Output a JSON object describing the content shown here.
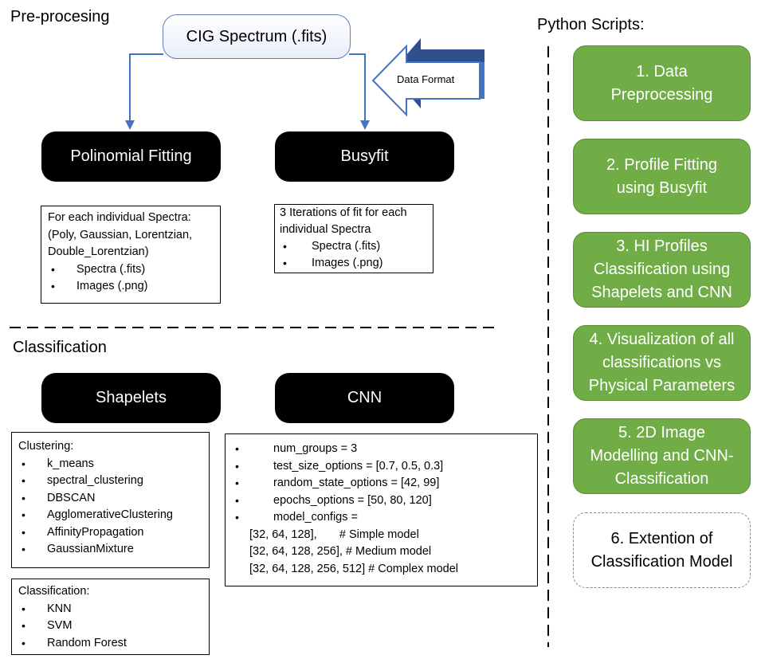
{
  "preprocessing": {
    "title": "Pre-procesing",
    "source": "CIG Spectrum (.fits)",
    "data_format": "Data Format",
    "poly_node": "Polinomial Fitting",
    "busy_node": "Busyfit",
    "poly_box": {
      "lines": [
        "For each individual Spectra:",
        "(Poly, Gaussian, Lorentzian,",
        "Double_Lorentzian)"
      ],
      "items": [
        "Spectra (.fits)",
        "Images (.png)"
      ]
    },
    "busy_box": {
      "lines": [
        "3 Iterations of fit for each",
        "individual Spectra"
      ],
      "items": [
        "Spectra (.fits)",
        "Images (.png)"
      ]
    }
  },
  "classification": {
    "title": "Classification",
    "shapelets_node": "Shapelets",
    "cnn_node": "CNN",
    "clustering_box": {
      "header": "Clustering:",
      "items": [
        "k_means",
        "spectral_clustering",
        "DBSCAN",
        "AgglomerativeClustering",
        "AffinityPropagation",
        "GaussianMixture"
      ]
    },
    "classif_box": {
      "header": "Classification:",
      "items": [
        "KNN",
        "SVM",
        "Random Forest"
      ]
    },
    "cnn_box": {
      "items": [
        "num_groups = 3",
        "test_size_options = [0.7, 0.5, 0.3]",
        "random_state_options = [42, 99]",
        "epochs_options = [50, 80, 120]",
        "model_configs ="
      ],
      "configs": [
        "[32, 64, 128],       # Simple model",
        "[32, 64, 128, 256], # Medium model",
        "[32, 64, 128, 256, 512] # Complex model"
      ]
    }
  },
  "scripts": {
    "title": "Python Scripts:",
    "items": [
      "1. Data\nPreprocessing",
      "2. Profile Fitting\nusing Busyfit",
      "3. HI Profiles\nClassification using\nShapelets and CNN",
      "4. Visualization of all\nclassifications vs\nPhysical Parameters",
      "5. 2D Image\nModelling and CNN-\nClassification",
      "6. Extention of\nClassification Model"
    ]
  },
  "colors": {
    "green": "#71ad47",
    "arrow_blue": "#4472c4",
    "dark_blue": "#2f4f8f"
  }
}
